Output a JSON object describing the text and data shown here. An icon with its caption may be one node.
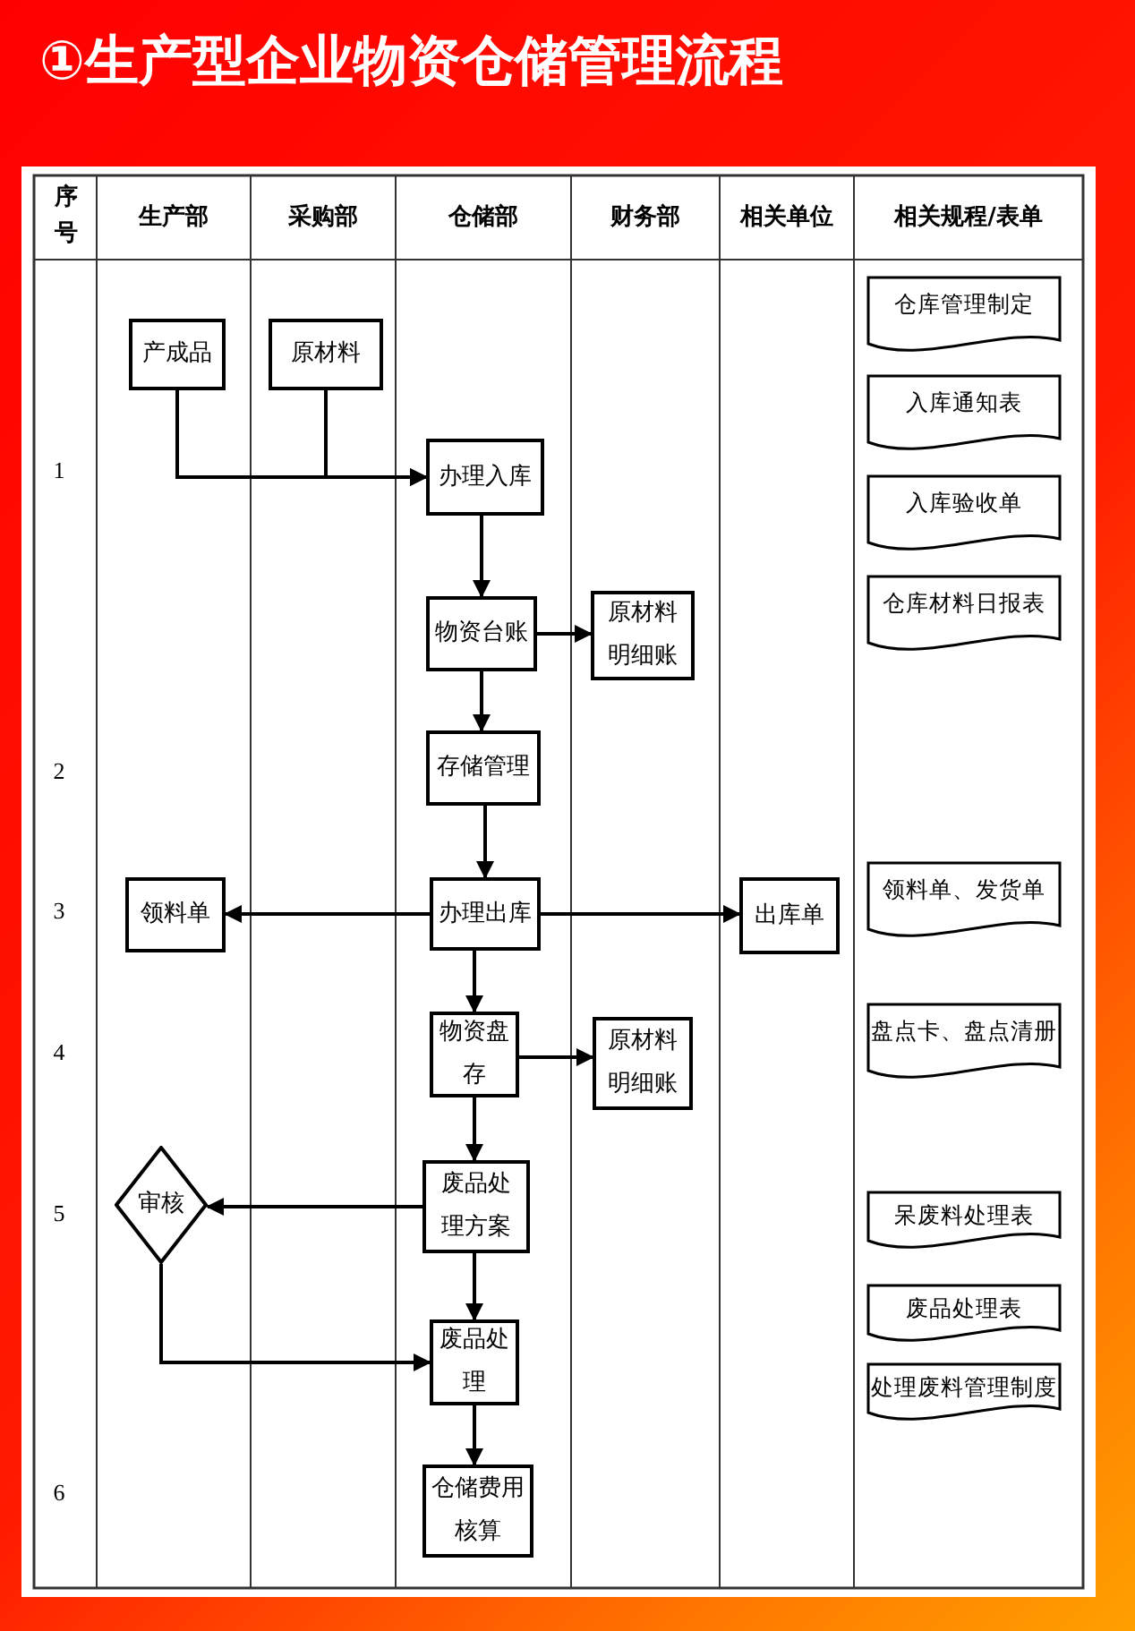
{
  "diagram": {
    "title": "①生产型企业物资仓储管理流程",
    "nodes": [
      {
        "text": [
          "产成品"
        ]
      },
      {
        "text": [
          "原材料"
        ]
      },
      {
        "text": [
          "办理入库"
        ]
      },
      {
        "text": [
          "物资台账"
        ]
      },
      {
        "text": [
          "原材料明细账"
        ]
      },
      {
        "text": [
          "存储管理"
        ]
      },
      {
        "text": [
          "办理出库"
        ]
      },
      {
        "text": [
          "领料单"
        ]
      },
      {
        "text": [
          "出库单"
        ]
      },
      {
        "text": [
          "物资盘存"
        ]
      },
      {
        "text": [
          "原材料明细账"
        ]
      },
      {
        "text": [
          "废品处理方案"
        ]
      },
      {
        "text": [
          "审核"
        ]
      },
      {
        "text": [
          "废品处理"
        ]
      },
      {
        "text": [
          "仓储费用核算"
        ]
      },
      {
        "text": [
          "仓库管理制定"
        ]
      },
      {
        "text": [
          "入库通知表"
        ]
      },
      {
        "text": [
          "入库验收单"
        ]
      },
      {
        "text": [
          "仓库材料日报表"
        ]
      },
      {
        "text": [
          "领料单、发货单"
        ]
      },
      {
        "text": [
          "盘点卡、盘点清册"
        ]
      },
      {
        "text": [
          "呆废料处理表"
        ]
      },
      {
        "text": [
          "废品处理表"
        ]
      },
      {
        "text": [
          "处理废料管理制度"
        ]
      }
    ],
    "edges": [
      {
        "from": 0,
        "to": 2,
        "arrow": "to"
      },
      {
        "from": 1,
        "to": 2,
        "arrow": "to"
      },
      {
        "from": 2,
        "to": 3,
        "arrow": "to"
      },
      {
        "from": 3,
        "to": 4,
        "arrow": "to"
      },
      {
        "from": 3,
        "to": 5,
        "arrow": "to"
      },
      {
        "from": 5,
        "to": 6,
        "arrow": "to"
      },
      {
        "from": 6,
        "to": 7,
        "arrow": "to"
      },
      {
        "from": 6,
        "to": 8,
        "arrow": "to"
      },
      {
        "from": 6,
        "to": 9,
        "arrow": "to"
      },
      {
        "from": 9,
        "to": 10,
        "arrow": "to"
      },
      {
        "from": 9,
        "to": 11,
        "arrow": "to"
      },
      {
        "from": 11,
        "to": 12,
        "arrow": "to"
      },
      {
        "from": 11,
        "to": 13,
        "arrow": "to"
      },
      {
        "from": 12,
        "to": 13,
        "arrow": "to"
      },
      {
        "from": 13,
        "to": 14,
        "arrow": "to"
      }
    ],
    "labels": [
      "序号",
      "生产部",
      "采购部",
      "仓储部",
      "财务部",
      "相关单位",
      "相关规程/表单",
      "1",
      "2",
      "3",
      "4",
      "5",
      "6"
    ]
  }
}
